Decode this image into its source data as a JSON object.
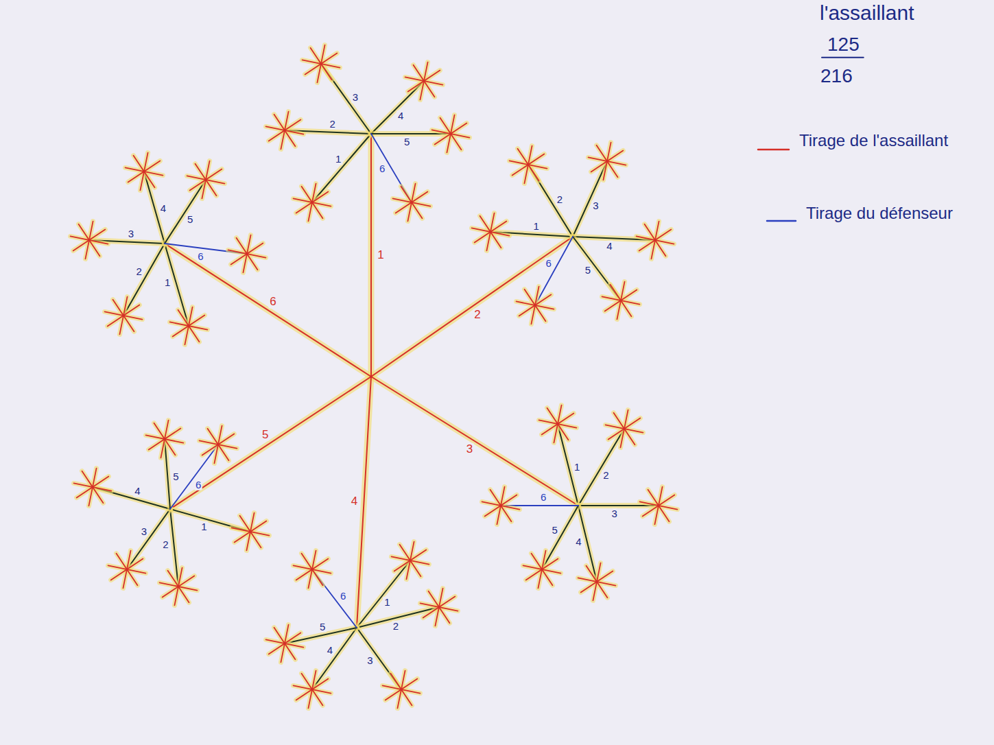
{
  "diagram": {
    "labels": [
      "l'assaillant",
      "125",
      "216",
      "1",
      "2",
      "3",
      "4",
      "5",
      "6",
      "1",
      "2",
      "3",
      "4",
      "5",
      "6",
      "1",
      "2",
      "3",
      "4",
      "5",
      "6",
      "1",
      "2",
      "3",
      "4",
      "5",
      "6",
      "1",
      "2",
      "3",
      "4",
      "5",
      "6",
      "1",
      "2",
      "3",
      "4",
      "5",
      "6",
      "1",
      "2",
      "3",
      "4",
      "5",
      "6"
    ],
    "legend": [
      {
        "text": "Tirage de l'assaillant"
      },
      {
        "text": "Tirage du défenseur"
      }
    ]
  }
}
